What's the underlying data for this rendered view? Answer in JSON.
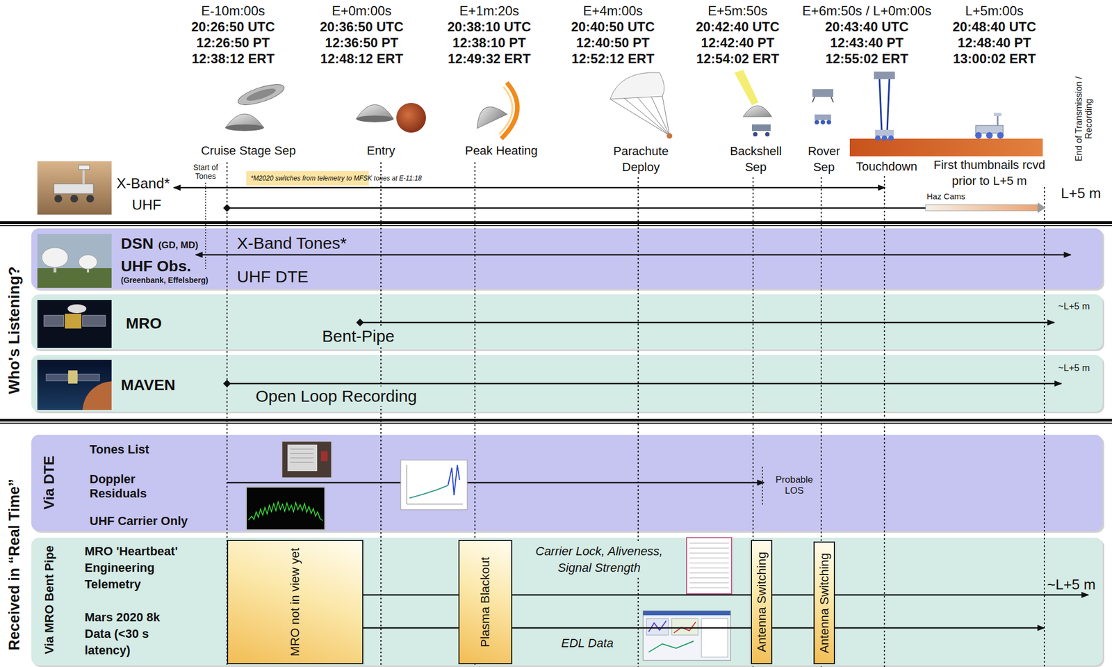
{
  "diagram": {
    "nodes": [
      {
        "text": [
          "*M2020 switches from telemetry to MFSK tones at E-11:18"
        ]
      },
      {
        "text": [
          "DSN",
          "(GD, MD)",
          "UHF Obs.",
          "(Greenbank, Effelsberg)",
          "X-Band Tones*",
          "UHF DTE"
        ]
      },
      {
        "text": [
          "MRO",
          "Bent-Pipe",
          "~L+5 m"
        ]
      },
      {
        "text": [
          "MAVEN",
          "Open Loop Recording",
          "~L+5 m"
        ]
      },
      {
        "text": [
          "Via DTE",
          "Tones List",
          "Doppler Residuals",
          "UHF Carrier Only",
          "Probable LOS"
        ]
      },
      {
        "text": [
          "Via MRO Bent Pipe",
          "MRO 'Heartbeat' Engineering Telemetry",
          "Mars 2020 8k Data (<30 s latency)",
          "Carrier Lock, Aliveness, Signal Strength",
          "EDL Data",
          "~L+5 m"
        ]
      },
      {
        "text": [
          "MRO not in view yet"
        ],
        "in": 5
      },
      {
        "text": [
          "Plasma Blackout"
        ],
        "in": 5
      },
      {
        "text": [
          "Antenna Switching"
        ],
        "in": 5
      },
      {
        "text": [
          "Antenna Switching"
        ],
        "in": 5
      }
    ],
    "edges": [
      {
        "from": 6,
        "to": 7,
        "arrow": "none"
      },
      {
        "from": 6,
        "to": 7,
        "arrow": "none"
      },
      {
        "from": 7,
        "to": 8,
        "arrow": "none"
      },
      {
        "from": 7,
        "to": 8,
        "arrow": "none"
      },
      {
        "from": 8,
        "to": 9,
        "arrow": "none"
      },
      {
        "from": 8,
        "to": 9,
        "arrow": "none"
      }
    ],
    "labels": [
      "E-10m:00s",
      "20:26:50 UTC",
      "12:26:50 PT",
      "12:38:12 ERT",
      "E+0m:00s",
      "20:36:50 UTC",
      "12:36:50 PT",
      "12:48:12 ERT",
      "E+1m:20s",
      "20:38:10 UTC",
      "12:38:10 PT",
      "12:49:32 ERT",
      "E+4m:00s",
      "20:40:50 UTC",
      "12:40:50 PT",
      "12:52:12 ERT",
      "E+5m:50s",
      "20:42:40 UTC",
      "12:42:40 PT",
      "12:54:02 ERT",
      "E+6m:50s / L+0m:00s",
      "20:43:40 UTC",
      "12:43:40 PT",
      "12:55:02 ERT",
      "L+5m:00s",
      "20:48:40 UTC",
      "12:48:40 PT",
      "13:00:02 ERT",
      "Cruise Stage Sep",
      "Entry",
      "Peak Heating",
      "Parachute Deploy",
      "Backshell Sep",
      "Rover Sep",
      "Touchdown",
      "First thumbnails rcvd prior to L+5 m",
      "End of Transmission / Recording",
      "X-Band*",
      "UHF",
      "Start of Tones",
      "Haz Cams",
      "L+5 m",
      "Who's Listening?",
      "Received in “Real Time”"
    ]
  }
}
